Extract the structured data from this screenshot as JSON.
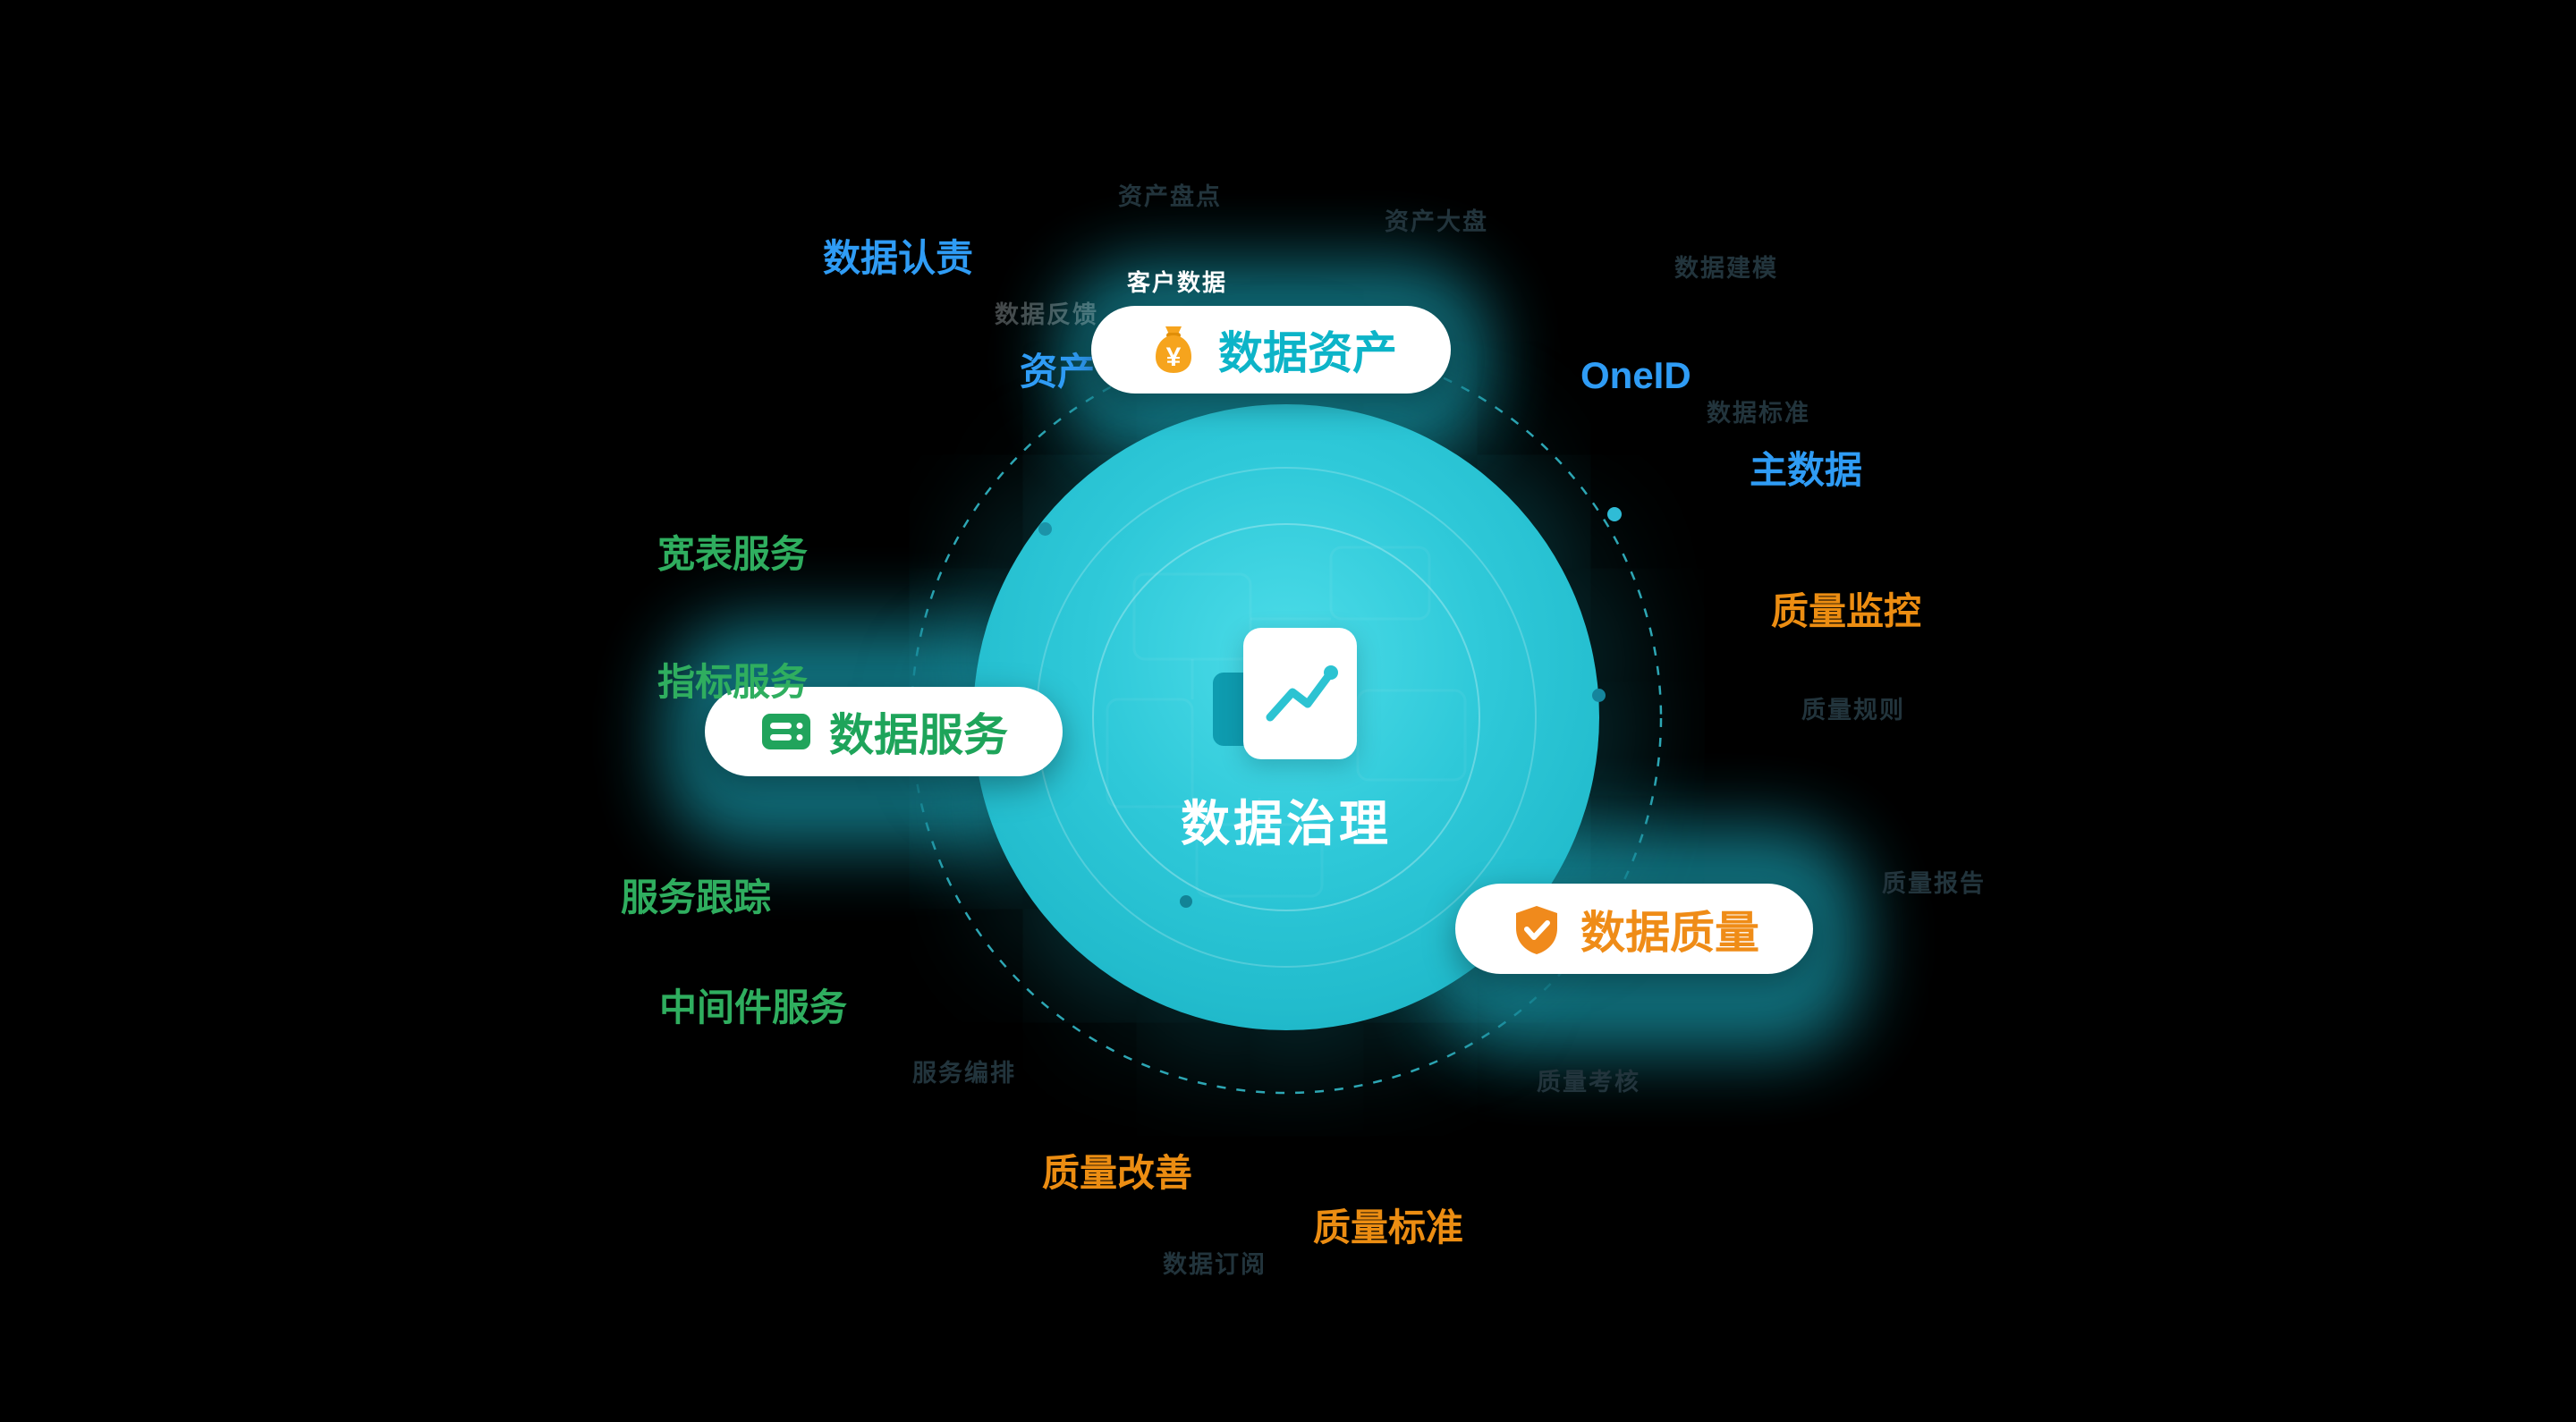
{
  "colors": {
    "blue": "#2f9cf5",
    "green": "#2fae5f",
    "orange": "#ec8d12",
    "cyan": "#0db4c8",
    "pillgreen": "#1ea45a",
    "pillorange": "#ef8c17",
    "teal": "#29c5d6"
  },
  "center": {
    "label": "数据治理"
  },
  "pills": {
    "asset": {
      "label": "数据资产",
      "icon": "money-bag-icon",
      "currency": "¥"
    },
    "service": {
      "label": "数据服务",
      "icon": "service-stack-icon"
    },
    "quality": {
      "label": "数据质量",
      "icon": "shield-check-icon"
    }
  },
  "annotations": {
    "customer_data": "客户数据",
    "asset_partial": "资产"
  },
  "satellites": [
    {
      "id": "data-accountability",
      "text": "数据认责",
      "color": "blue"
    },
    {
      "id": "oneid",
      "text": "OneID",
      "color": "blue"
    },
    {
      "id": "master-data",
      "text": "主数据",
      "color": "blue"
    },
    {
      "id": "quality-monitoring",
      "text": "质量监控",
      "color": "orange"
    },
    {
      "id": "wide-table-service",
      "text": "宽表服务",
      "color": "green"
    },
    {
      "id": "metric-service",
      "text": "指标服务",
      "color": "green"
    },
    {
      "id": "service-tracking",
      "text": "服务跟踪",
      "color": "green"
    },
    {
      "id": "middleware-service",
      "text": "中间件服务",
      "color": "green"
    },
    {
      "id": "quality-improvement",
      "text": "质量改善",
      "color": "orange"
    },
    {
      "id": "quality-standard",
      "text": "质量标准",
      "color": "orange"
    }
  ],
  "faint_labels": [
    {
      "text": "资产盘点"
    },
    {
      "text": "资产大盘"
    },
    {
      "text": "数据建模"
    },
    {
      "text": "数据标准"
    },
    {
      "text": "质量规则"
    },
    {
      "text": "质量报告"
    },
    {
      "text": "质量考核"
    },
    {
      "text": "服务编排"
    },
    {
      "text": "数据订阅"
    },
    {
      "text": "数据反馈"
    }
  ]
}
